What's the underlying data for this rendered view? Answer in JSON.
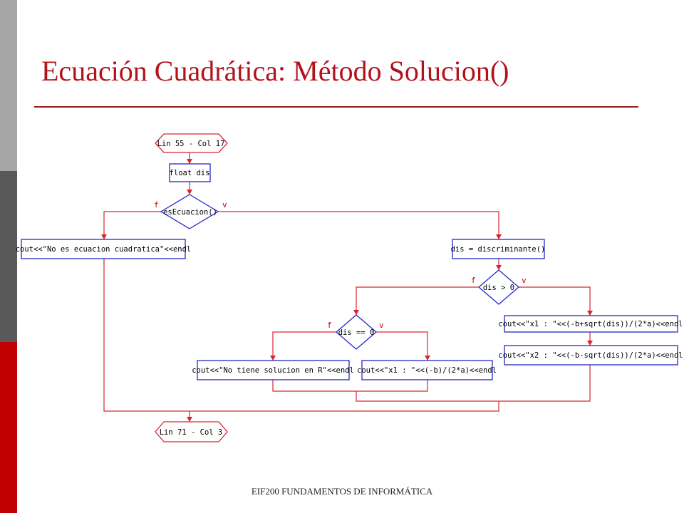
{
  "slide": {
    "title": "Ecuación Cuadrática: Método Solucion()",
    "footer": "EIF200 FUNDAMENTOS DE INFORMÁTICA"
  },
  "colors": {
    "accent": "#b3121b",
    "sidebar": [
      "#a6a6a6",
      "#595959",
      "#c00000"
    ],
    "flow_line": "#d9262d",
    "box_border": "#2727c8"
  },
  "flowchart": {
    "start": "Lin 55 - Col 17",
    "declare": "float dis",
    "cond1": "esEcuacion()",
    "cond1_false": "f",
    "cond1_true": "v",
    "no_eq": "cout<<\"No es ecuacion cuadratica\"<<endl",
    "assign_dis": "dis = discriminante()",
    "cond2": "dis > 0",
    "cond2_false": "f",
    "cond2_true": "v",
    "x1_plus": "cout<<\"x1 : \"<<(-b+sqrt(dis))/(2*a)<<endl",
    "x2_minus": "cout<<\"x2 : \"<<(-b-sqrt(dis))/(2*a)<<endl",
    "cond3": "dis == 0",
    "cond3_false": "f",
    "cond3_true": "v",
    "no_solution": "cout<<\"No tiene solucion en R\"<<endl",
    "x1_single": "cout<<\"x1 : \"<<(-b)/(2*a)<<endl",
    "end": "Lin 71 - Col 3"
  }
}
